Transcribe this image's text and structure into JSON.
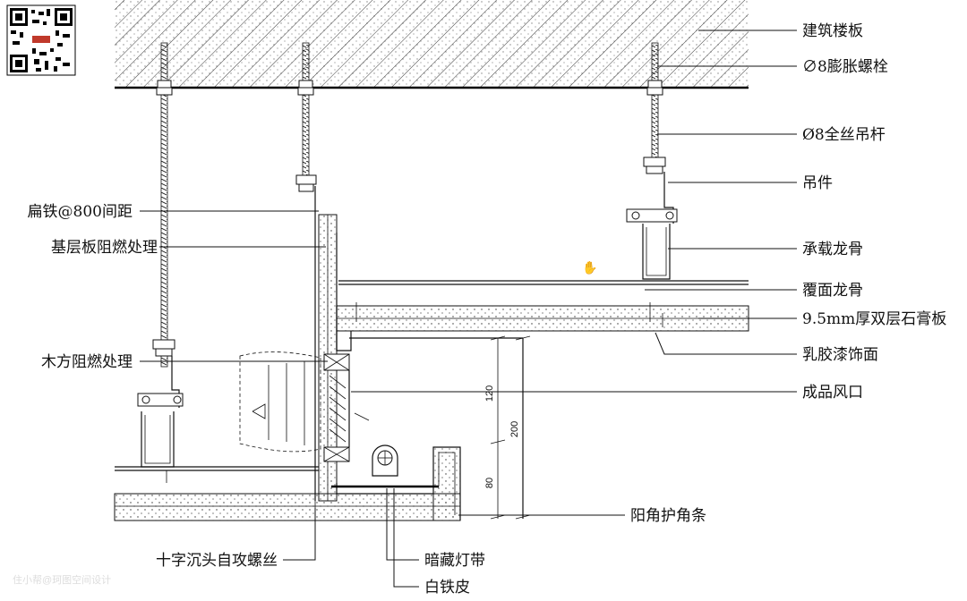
{
  "labels_right": {
    "slab": "建筑楼板",
    "anchor_bolt": "∅8膨胀螺栓",
    "threaded_rod": "Ø8全丝吊杆",
    "hanger": "吊件",
    "main_keel": "承载龙骨",
    "cover_keel": "覆面龙骨",
    "gypsum_board": "9.5mm厚双层石膏板",
    "latex_paint": "乳胶漆饰面",
    "air_outlet": "成品风口",
    "corner_guard": "阳角护角条"
  },
  "labels_left": {
    "flat_iron": "扁铁@800间距",
    "base_board": "基层板阻燃处理",
    "wood_batten": "木方阻燃处理"
  },
  "labels_bottom": {
    "screw": "十字沉头自攻螺丝",
    "led_strip": "暗藏灯带",
    "tinplate": "白铁皮"
  },
  "dimensions": {
    "d120": "120",
    "d200": "200",
    "d80": "80"
  },
  "watermark": {
    "bottom_left": "住小帮@珂图空间设计"
  }
}
